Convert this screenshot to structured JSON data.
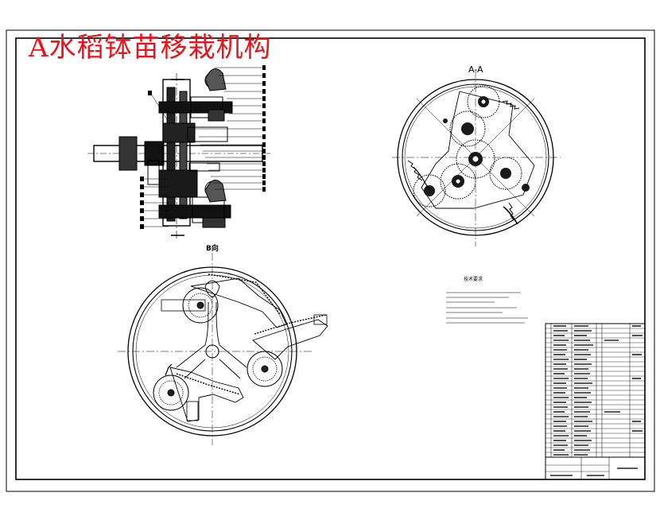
{
  "drawing": {
    "title": "A水稻钵苗移栽机构",
    "title_color": "#e8141c",
    "line_color": "#000000",
    "background": "#ffffff"
  },
  "views": {
    "section_aa": {
      "label": "A-A"
    },
    "view_b": {
      "label": "B向"
    }
  },
  "technical_requirements": {
    "title": "技术要求"
  }
}
